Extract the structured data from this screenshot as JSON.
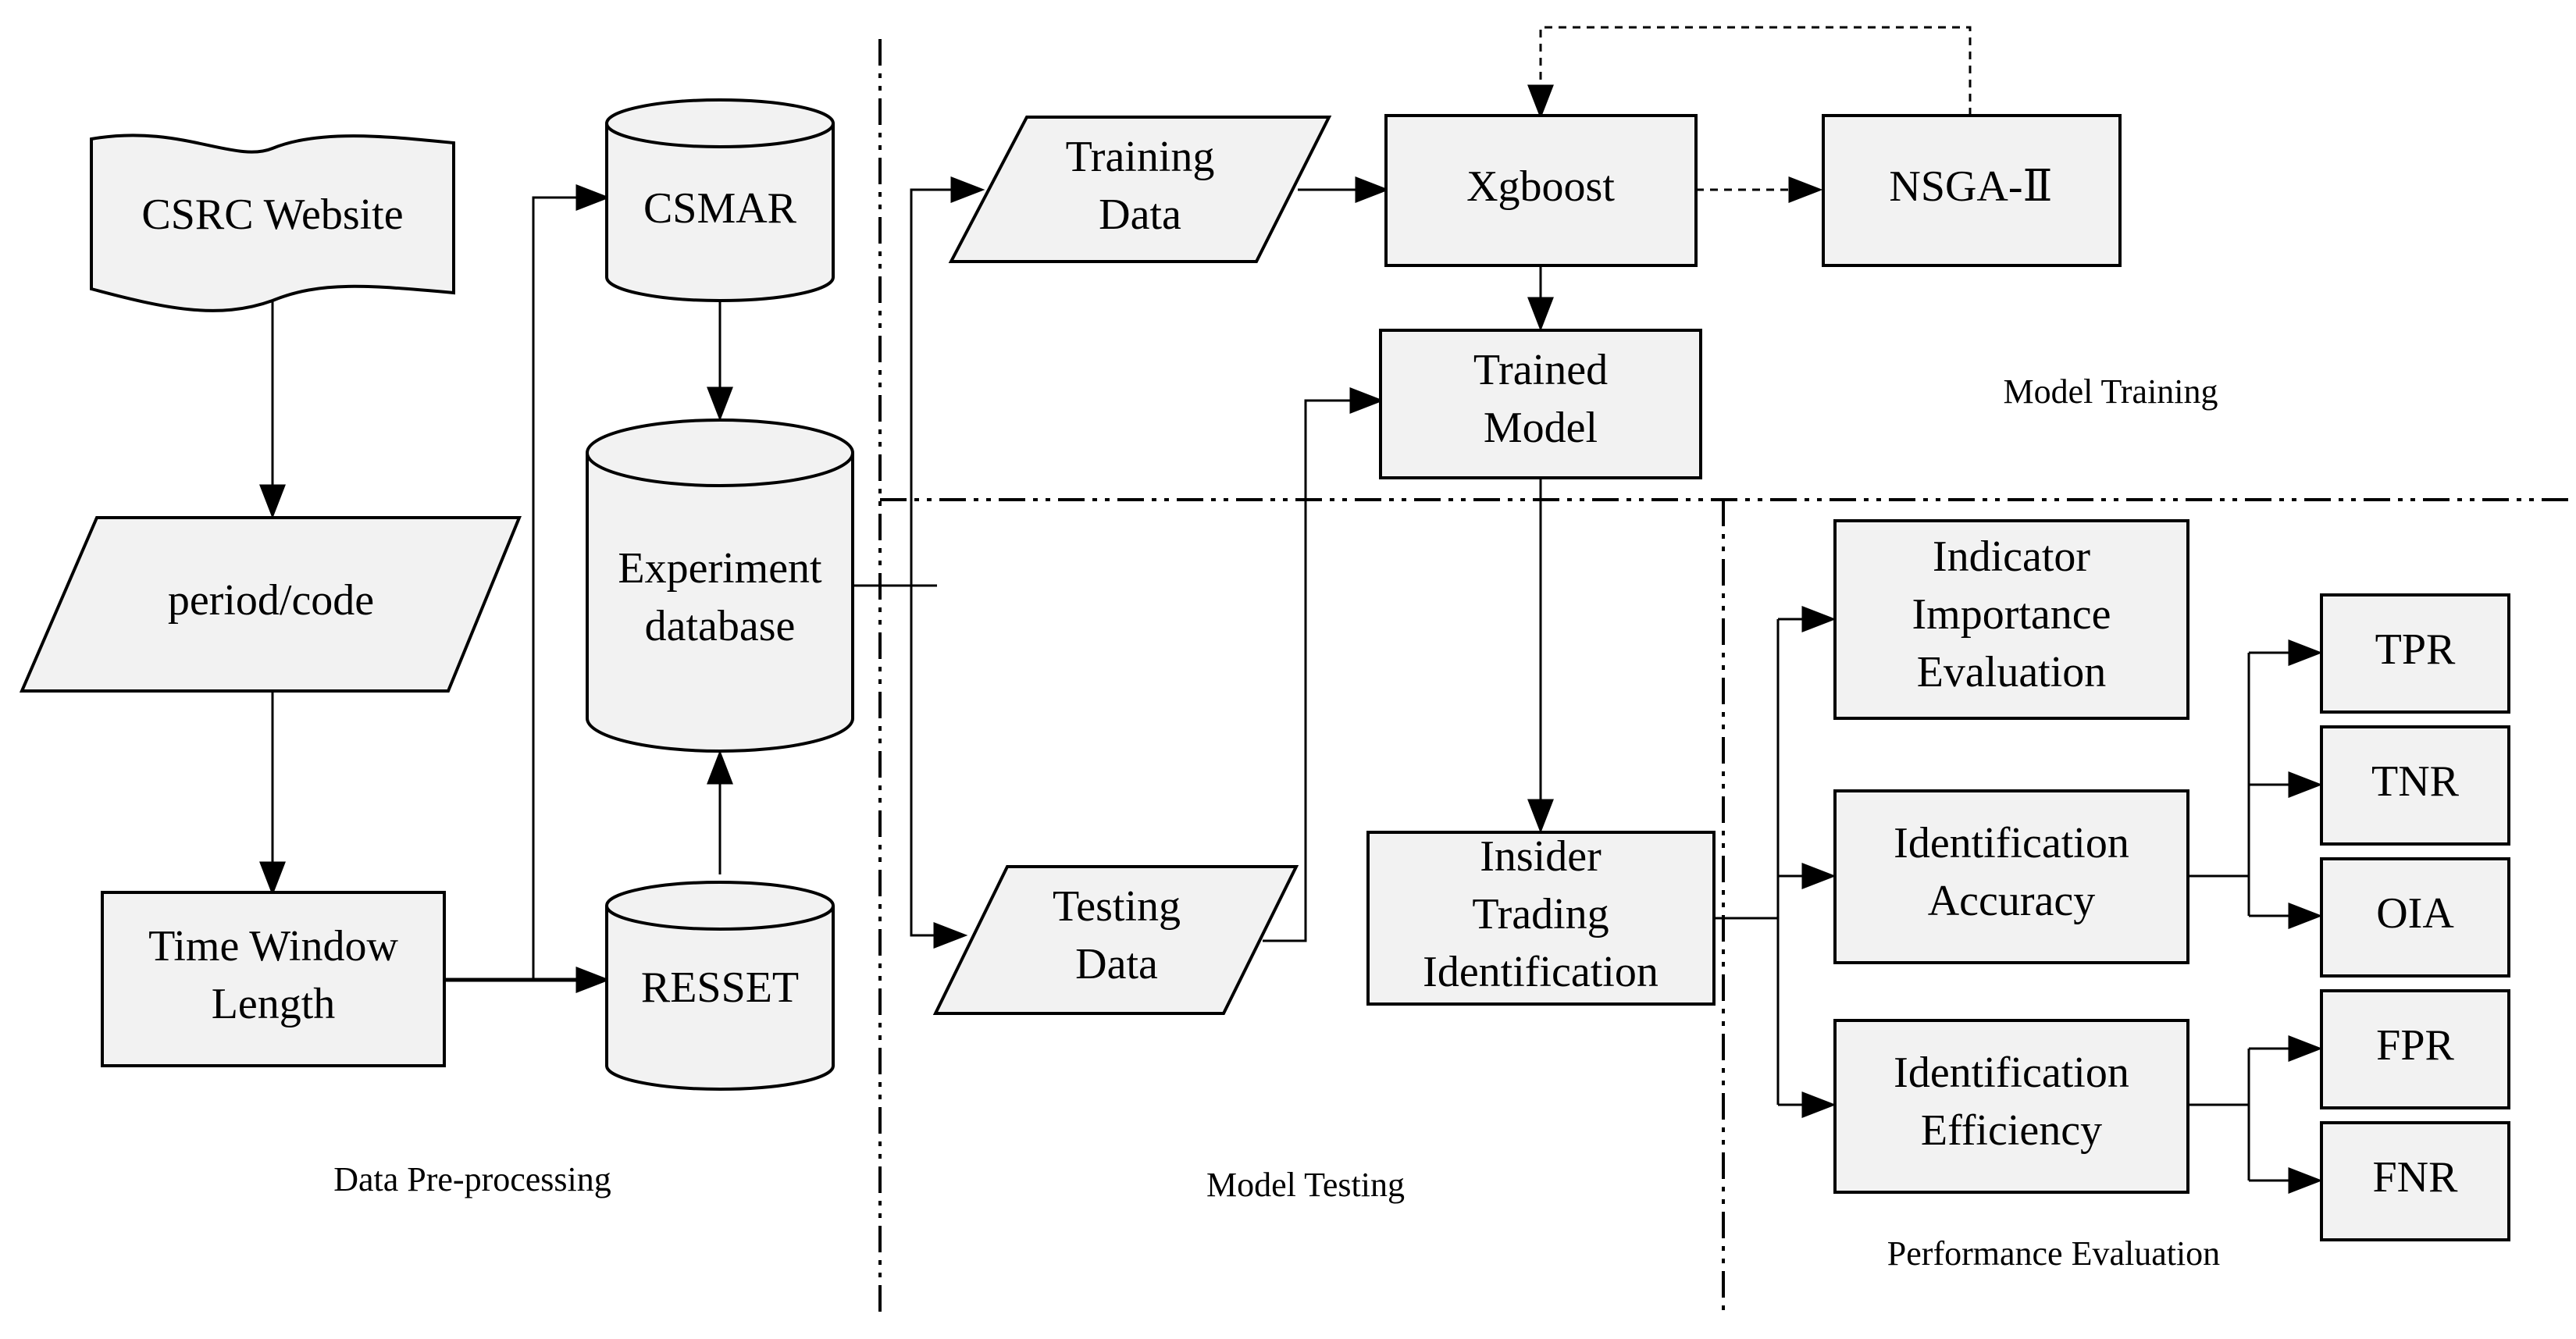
{
  "sections": {
    "preprocessing": "Data Pre-processing",
    "testing": "Model Testing",
    "training": "Model Training",
    "evaluation": "Performance Evaluation"
  },
  "nodes": {
    "csrc": [
      "CSRC Website"
    ],
    "period": [
      "period/code"
    ],
    "time_window": [
      "Time Window",
      "Length"
    ],
    "csmar": [
      "CSMAR"
    ],
    "experiment_db": [
      "Experiment",
      "database"
    ],
    "resset": [
      "RESSET"
    ],
    "training_data": [
      "Training",
      "Data"
    ],
    "testing_data": [
      "Testing",
      "Data"
    ],
    "xgboost": [
      "Xgboost"
    ],
    "nsga": [
      "NSGA-Ⅱ"
    ],
    "trained_model": [
      "Trained",
      "Model"
    ],
    "insider": [
      "Insider",
      "Trading",
      "Identification"
    ],
    "indicator": [
      "Indicator",
      "Importance",
      "Evaluation"
    ],
    "accuracy": [
      "Identification",
      "Accuracy"
    ],
    "efficiency": [
      "Identification",
      "Efficiency"
    ],
    "tpr": [
      "TPR"
    ],
    "tnr": [
      "TNR"
    ],
    "oia": [
      "OIA"
    ],
    "fpr": [
      "FPR"
    ],
    "fnr": [
      "FNR"
    ]
  }
}
